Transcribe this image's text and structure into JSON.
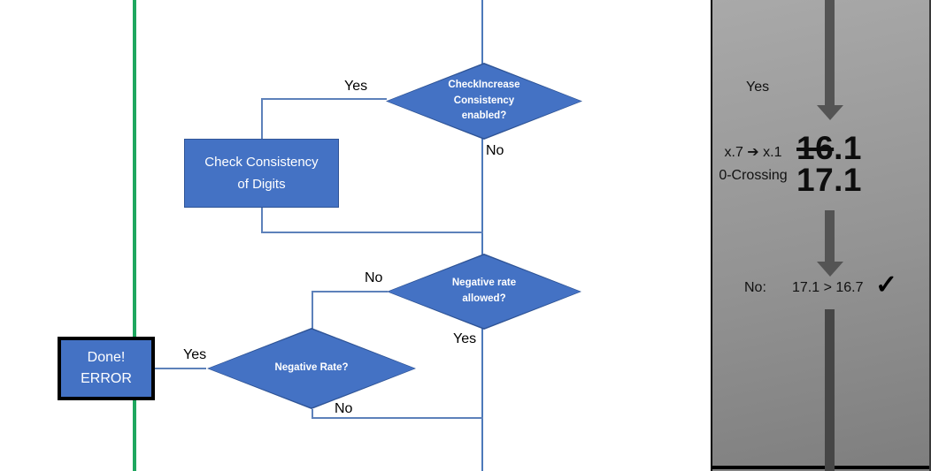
{
  "colors": {
    "shape_fill": "#4472c4",
    "shape_border": "#2f5496",
    "connector_blue": "#5d81ba",
    "green_guide": "#1fa75f",
    "panel_gray_top": "#a9a9a9",
    "panel_gray_bottom": "#7e7e7e",
    "arrow_gray": "#545454"
  },
  "flowchart": {
    "decision_check_increase": {
      "label": "CheckIncrease\nConsistency\nenabled?",
      "yes_label": "Yes",
      "no_label": "No"
    },
    "process_check_consistency": {
      "label": "Check Consistency\nof Digits"
    },
    "decision_negative_rate_allowed": {
      "label": "Negative rate\nallowed?",
      "no_label": "No",
      "yes_label": "Yes"
    },
    "decision_negative_rate": {
      "label": "Negative Rate?",
      "yes_label": "Yes",
      "no_label": "No"
    },
    "terminator_done_error": {
      "label": "Done!\nERROR"
    }
  },
  "panel": {
    "yes_label": "Yes",
    "rule_text": "x.7 ➔ x.1\n0-Crossing",
    "old_value_struck": "16",
    "old_value_rest": ".1",
    "new_value": "17.1",
    "result_label": "No:",
    "result_comparison": "17.1 > 16.7",
    "check_icon": "✓"
  }
}
